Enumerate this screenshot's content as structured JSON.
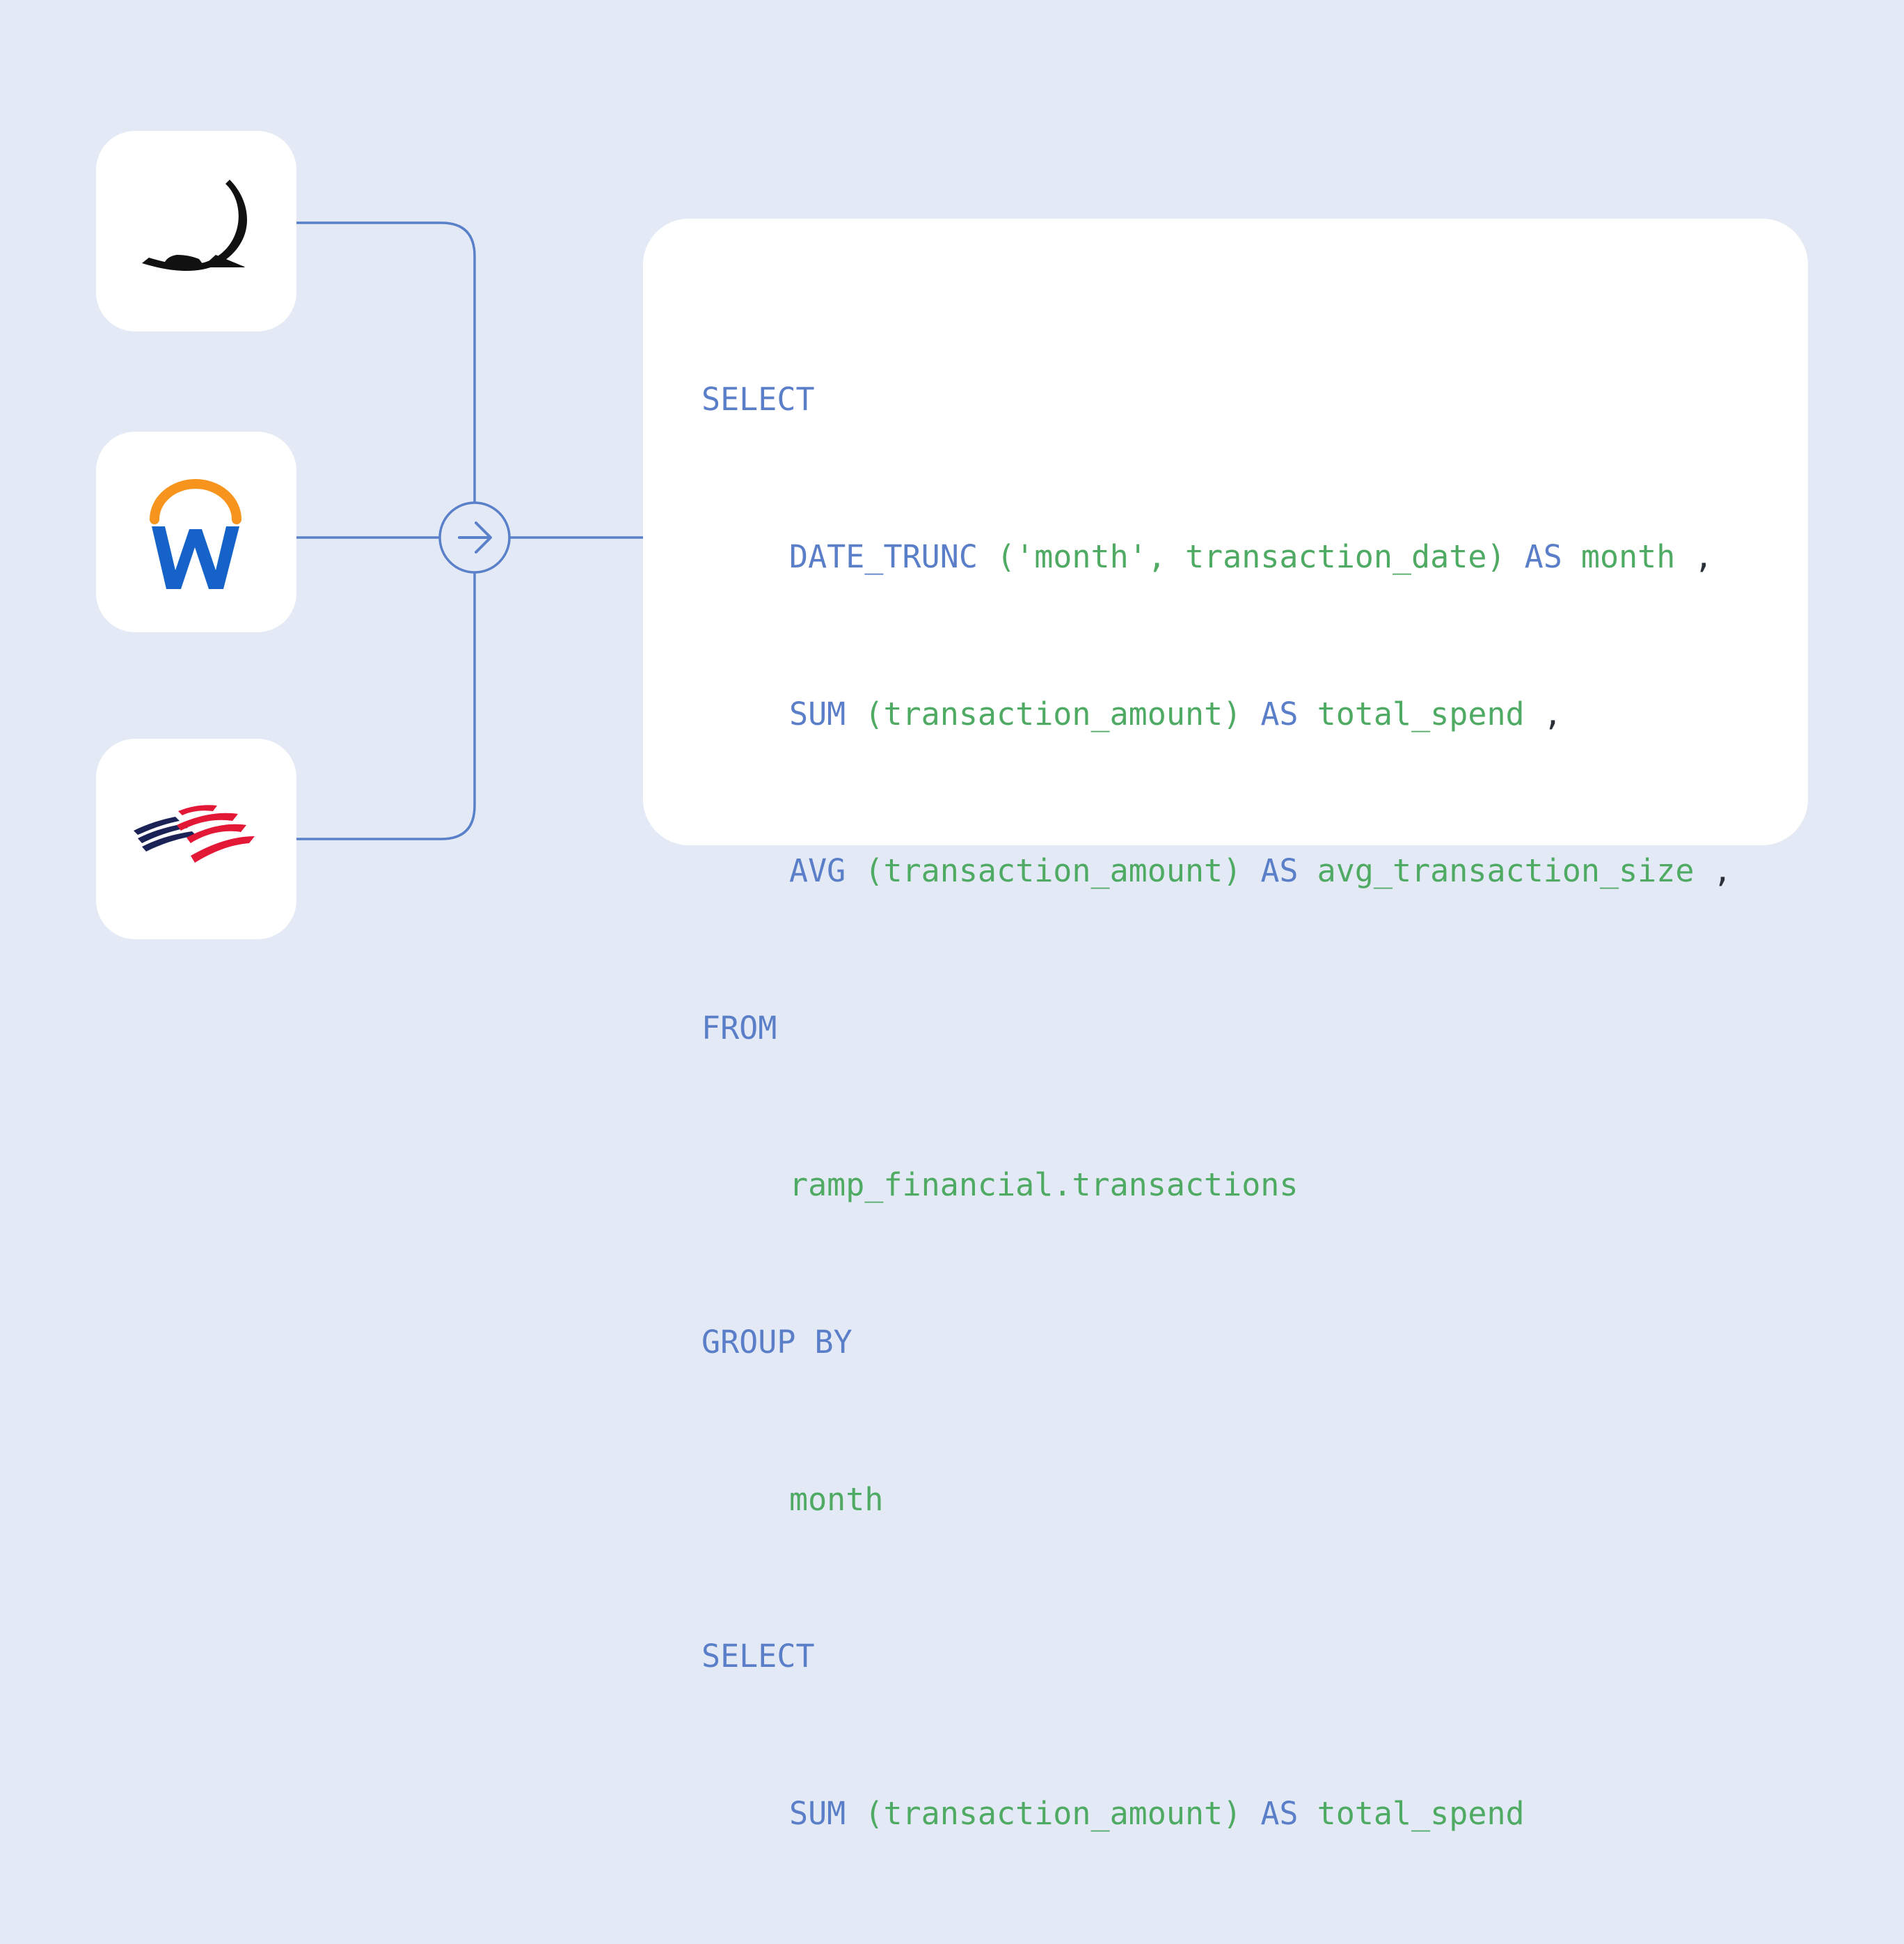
{
  "colors": {
    "background": "#e3eaf6",
    "card": "#ffffff",
    "connector": "#5a80c9",
    "sql_keyword": "#5a7fc8",
    "sql_identifier": "#4faa63",
    "sql_punctuation": "#2b2f3a",
    "workday_orange": "#f7941d",
    "workday_blue": "#1562c8",
    "boa_red": "#e31837",
    "boa_navy": "#1b2356"
  },
  "sources": [
    {
      "icon": "source-logo-black-swoosh-icon"
    },
    {
      "icon": "workday-logo-icon"
    },
    {
      "icon": "bank-of-america-logo-icon"
    }
  ],
  "hub": {
    "icon": "arrow-right-icon"
  },
  "code": {
    "l1_kw": "SELECT",
    "l2_fn": "DATE_TRUNC",
    "l2_args": "('month', transaction_date)",
    "l2_as": "AS",
    "l2_alias": "month",
    "l2_comma": ",",
    "l3_fn": "SUM",
    "l3_args": "(transaction_amount)",
    "l3_as": "AS",
    "l3_alias": "total_spend",
    "l3_comma": ",",
    "l4_fn": "AVG",
    "l4_args": "(transaction_amount)",
    "l4_as": "AS",
    "l4_alias": "avg_transaction_size",
    "l4_comma": ",",
    "l5_kw": "FROM",
    "l6_table": "ramp_financial.transactions",
    "l7_kw": "GROUP BY",
    "l8_col": "month",
    "l9_kw": "SELECT",
    "l10_fn": "SUM",
    "l10_args": "(transaction_amount)",
    "l10_as": "AS",
    "l10_alias": "total_spend"
  }
}
